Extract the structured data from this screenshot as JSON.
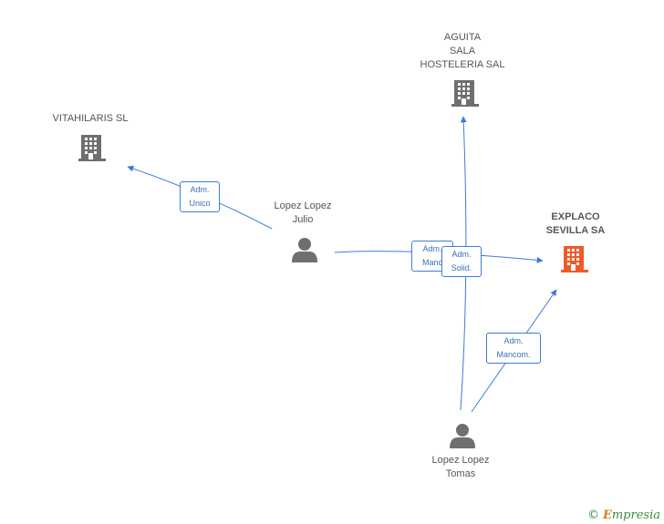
{
  "nodes": {
    "agita": {
      "lines": [
        "AGUITA",
        "SALA",
        "HOSTELERIA SAL"
      ]
    },
    "vitahilaris": {
      "lines": [
        "VITAHILARIS SL"
      ]
    },
    "explaco": {
      "lines": [
        "EXPLACO",
        "SEVILLA SA"
      ]
    },
    "julio": {
      "lines": [
        "Lopez Lopez",
        "Julio"
      ]
    },
    "tomas": {
      "lines": [
        "Lopez Lopez",
        "Tomas"
      ]
    }
  },
  "edges": {
    "adm_unico": [
      "Adm.",
      "Unico"
    ],
    "adm_mancom_julio": [
      "Adm.",
      "Manc"
    ],
    "adm_solid": [
      "Adm.",
      "Solid."
    ],
    "adm_mancom_tomas": [
      "Adm.",
      "Mancom."
    ]
  },
  "colors": {
    "company": "#6f6f6f",
    "main_company": "#ef5a28",
    "person": "#6f6f6f",
    "edge": "#3b7dd8"
  },
  "footer": {
    "copyright": "©",
    "brand_first": "E",
    "brand_rest": "mpresia"
  }
}
